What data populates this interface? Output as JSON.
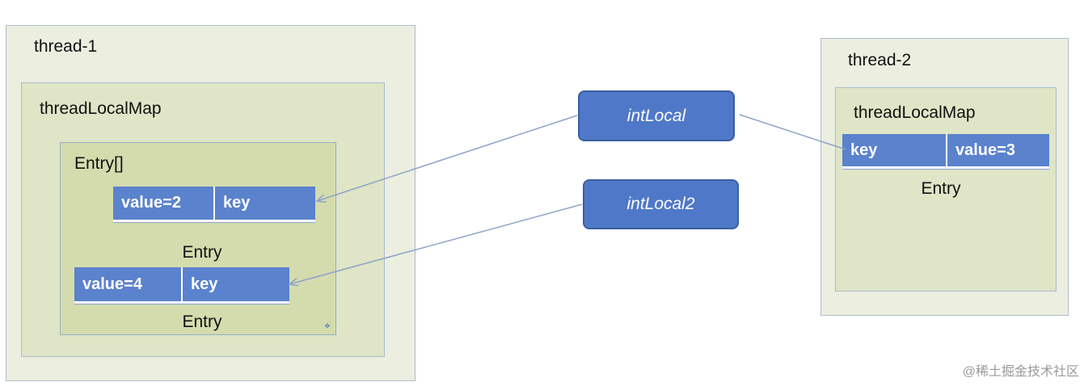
{
  "thread1": {
    "title": "thread-1",
    "map_title": "threadLocalMap",
    "entries_title": "Entry[]",
    "entries": [
      {
        "value": "value=2",
        "key": "key",
        "caption": "Entry"
      },
      {
        "value": "value=4",
        "key": "key",
        "caption": "Entry"
      }
    ]
  },
  "thread2": {
    "title": "thread-2",
    "map_title": "threadLocalMap",
    "entry": {
      "key": "key",
      "value": "value=3",
      "caption": "Entry"
    }
  },
  "refs": {
    "int_local": "intLocal",
    "int_local2": "intLocal2"
  },
  "watermark": "@稀土掘金技术社区",
  "colors": {
    "entry_fill": "#5b82cc",
    "ref_fill": "#4f79c8",
    "edge": "#8da3c9",
    "thread_fill": "#eceee0",
    "map_fill": "#dfe5c6",
    "entries_fill": "#d4dcae"
  }
}
